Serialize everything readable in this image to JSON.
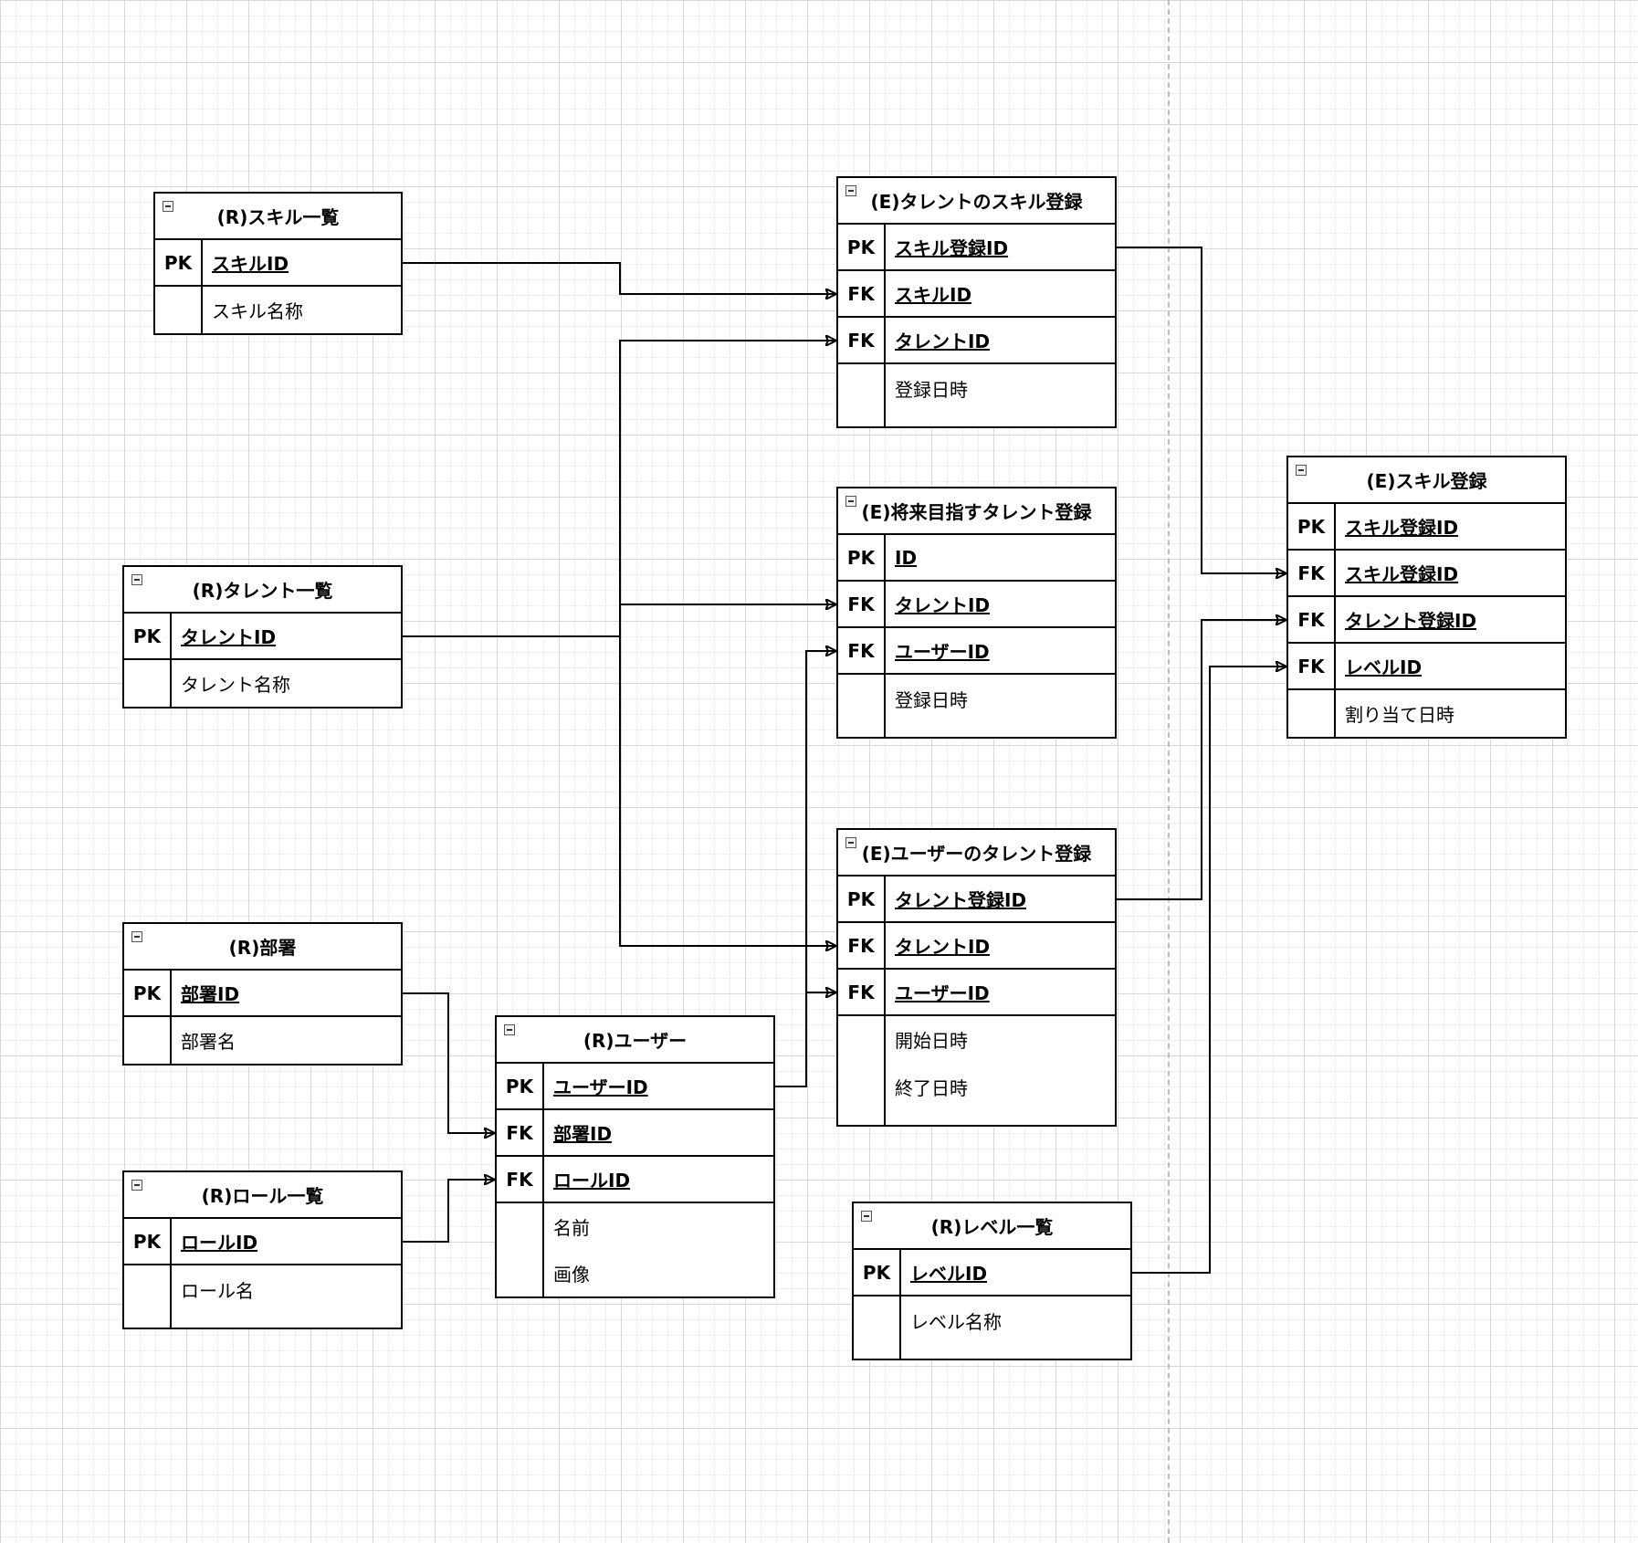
{
  "entities": [
    {
      "id": "skill_list",
      "title": "(R)スキル一覧",
      "rows": [
        {
          "key": "PK",
          "field": "スキルID"
        },
        {
          "key": "",
          "field": "スキル名称"
        }
      ]
    },
    {
      "id": "talent_list",
      "title": "(R)タレント一覧",
      "rows": [
        {
          "key": "PK",
          "field": "タレントID"
        },
        {
          "key": "",
          "field": "タレント名称"
        }
      ]
    },
    {
      "id": "department",
      "title": "(R)部署",
      "rows": [
        {
          "key": "PK",
          "field": "部署ID"
        },
        {
          "key": "",
          "field": "部署名"
        }
      ]
    },
    {
      "id": "role_list",
      "title": "(R)ロール一覧",
      "rows": [
        {
          "key": "PK",
          "field": "ロールID"
        },
        {
          "key": "",
          "field": "ロール名"
        }
      ]
    },
    {
      "id": "user",
      "title": "(R)ユーザー",
      "rows": [
        {
          "key": "PK",
          "field": "ユーザーID"
        },
        {
          "key": "FK",
          "field": "部署ID"
        },
        {
          "key": "FK",
          "field": "ロールID"
        },
        {
          "key": "",
          "field": "名前"
        },
        {
          "key": "",
          "field": "画像"
        }
      ]
    },
    {
      "id": "talent_skill_reg",
      "title": "(E)タレントのスキル登録",
      "rows": [
        {
          "key": "PK",
          "field": "スキル登録ID"
        },
        {
          "key": "FK",
          "field": "スキルID"
        },
        {
          "key": "FK",
          "field": "タレントID"
        },
        {
          "key": "",
          "field": "登録日時"
        }
      ]
    },
    {
      "id": "future_talent_reg",
      "title": "(E)将来目指すタレント登録",
      "rows": [
        {
          "key": "PK",
          "field": "ID"
        },
        {
          "key": "FK",
          "field": "タレントID"
        },
        {
          "key": "FK",
          "field": "ユーザーID"
        },
        {
          "key": "",
          "field": "登録日時"
        }
      ]
    },
    {
      "id": "user_talent_reg",
      "title": "(E)ユーザーのタレント登録",
      "rows": [
        {
          "key": "PK",
          "field": "タレント登録ID"
        },
        {
          "key": "FK",
          "field": "タレントID"
        },
        {
          "key": "FK",
          "field": "ユーザーID"
        },
        {
          "key": "",
          "field": "開始日時"
        },
        {
          "key": "",
          "field": "終了日時"
        }
      ]
    },
    {
      "id": "skill_reg",
      "title": "(E)スキル登録",
      "rows": [
        {
          "key": "PK",
          "field": "スキル登録ID"
        },
        {
          "key": "FK",
          "field": "スキル登録ID"
        },
        {
          "key": "FK",
          "field": "タレント登録ID"
        },
        {
          "key": "FK",
          "field": "レベルID"
        },
        {
          "key": "",
          "field": "割り当て日時"
        }
      ]
    },
    {
      "id": "level_list",
      "title": "(R)レベル一覧",
      "rows": [
        {
          "key": "PK",
          "field": "レベルID"
        },
        {
          "key": "",
          "field": "レベル名称"
        }
      ]
    }
  ],
  "relationships": [
    {
      "from": "skill_list.スキルID",
      "to": "talent_skill_reg.スキルID"
    },
    {
      "from": "talent_list.タレントID",
      "to": "talent_skill_reg.タレントID"
    },
    {
      "from": "talent_list.タレントID",
      "to": "future_talent_reg.タレントID"
    },
    {
      "from": "talent_list.タレントID",
      "to": "user_talent_reg.タレントID"
    },
    {
      "from": "department.部署ID",
      "to": "user.部署ID"
    },
    {
      "from": "role_list.ロールID",
      "to": "user.ロールID"
    },
    {
      "from": "user.ユーザーID",
      "to": "future_talent_reg.ユーザーID"
    },
    {
      "from": "user.ユーザーID",
      "to": "user_talent_reg.ユーザーID"
    },
    {
      "from": "talent_skill_reg.スキル登録ID",
      "to": "skill_reg.スキル登録ID"
    },
    {
      "from": "user_talent_reg.タレント登録ID",
      "to": "skill_reg.タレント登録ID"
    },
    {
      "from": "level_list.レベルID",
      "to": "skill_reg.レベルID"
    }
  ]
}
